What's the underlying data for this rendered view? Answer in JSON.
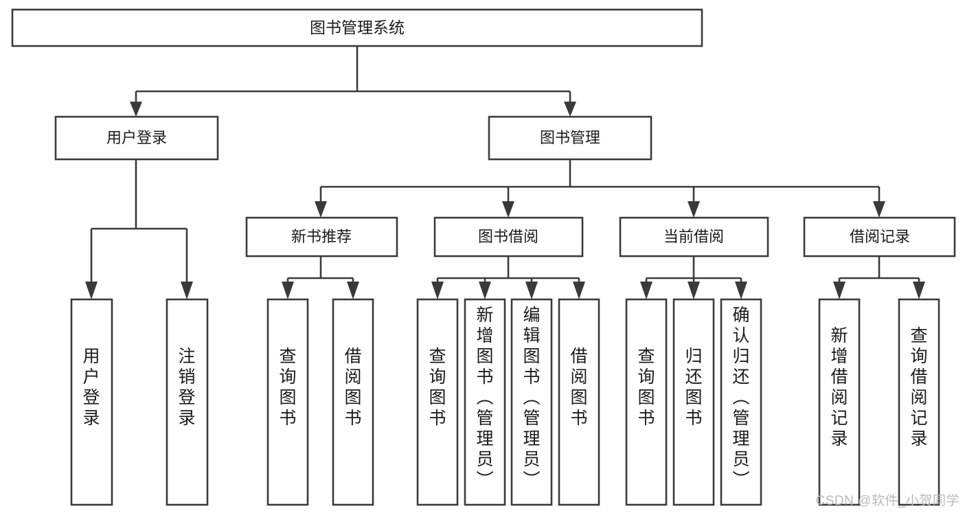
{
  "diagram": {
    "title": "图书管理系统",
    "type": "hierarchy-tree",
    "watermark": "CSDN @软件_小贺同学",
    "colors": {
      "box_fill": "#ffffff",
      "box_stroke": "#3a3a3a",
      "text": "#1a1a1a",
      "watermark": "#b9b9b9",
      "background": "#ffffff"
    },
    "levels": {
      "level1": [
        {
          "id": "root",
          "label": "图书管理系统",
          "orientation": "horizontal"
        }
      ],
      "level2": [
        {
          "id": "user-login",
          "label": "用户登录",
          "orientation": "horizontal"
        },
        {
          "id": "book-manage",
          "label": "图书管理",
          "orientation": "horizontal"
        }
      ],
      "level3": [
        {
          "id": "new-book-recommend",
          "label": "新书推荐",
          "orientation": "horizontal"
        },
        {
          "id": "book-borrow",
          "label": "图书借阅",
          "orientation": "horizontal"
        },
        {
          "id": "current-borrow",
          "label": "当前借阅",
          "orientation": "horizontal"
        },
        {
          "id": "borrow-record",
          "label": "借阅记录",
          "orientation": "horizontal"
        }
      ],
      "level4": [
        {
          "id": "leaf-user-login",
          "label": "用户登录",
          "parent": "user-login",
          "orientation": "vertical"
        },
        {
          "id": "leaf-logout-login",
          "label": "注销登录",
          "parent": "user-login",
          "orientation": "vertical"
        },
        {
          "id": "leaf-query-book-1",
          "label": "查询图书",
          "parent": "new-book-recommend",
          "orientation": "vertical"
        },
        {
          "id": "leaf-borrow-book-1",
          "label": "借阅图书",
          "parent": "new-book-recommend",
          "orientation": "vertical"
        },
        {
          "id": "leaf-query-book-2",
          "label": "查询图书",
          "parent": "book-borrow",
          "orientation": "vertical"
        },
        {
          "id": "leaf-add-book",
          "label": "新增图书（管理员）",
          "parent": "book-borrow",
          "orientation": "vertical"
        },
        {
          "id": "leaf-edit-book",
          "label": "编辑图书（管理员）",
          "parent": "book-borrow",
          "orientation": "vertical"
        },
        {
          "id": "leaf-borrow-book-2",
          "label": "借阅图书",
          "parent": "book-borrow",
          "orientation": "vertical"
        },
        {
          "id": "leaf-query-book-3",
          "label": "查询图书",
          "parent": "current-borrow",
          "orientation": "vertical"
        },
        {
          "id": "leaf-return-book",
          "label": "归还图书",
          "parent": "current-borrow",
          "orientation": "vertical"
        },
        {
          "id": "leaf-confirm-return",
          "label": "确认归还（管理员）",
          "parent": "current-borrow",
          "orientation": "vertical"
        },
        {
          "id": "leaf-add-record",
          "label": "新增借阅记录",
          "parent": "borrow-record",
          "orientation": "vertical"
        },
        {
          "id": "leaf-query-record",
          "label": "查询借阅记录",
          "parent": "borrow-record",
          "orientation": "vertical"
        }
      ]
    }
  }
}
